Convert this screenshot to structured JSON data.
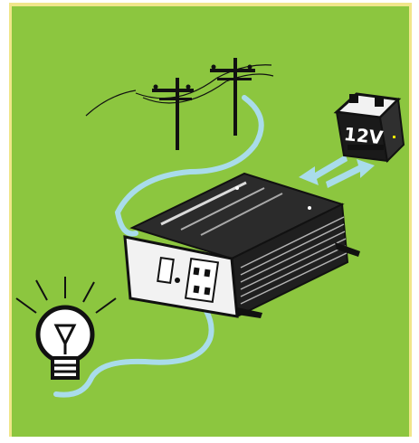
{
  "illustration": {
    "battery_label": "12V",
    "subjects": [
      "utility-power-poles",
      "power-inverter",
      "battery-12v",
      "light-bulb"
    ]
  },
  "colors": {
    "background_green": "#8cc63f",
    "cable_blue": "#a9dcea",
    "border_yellow": "#f0e68a",
    "inverter_body": "#2a2a2a",
    "inverter_face": "#f2f2f2",
    "ink": "#111111"
  }
}
